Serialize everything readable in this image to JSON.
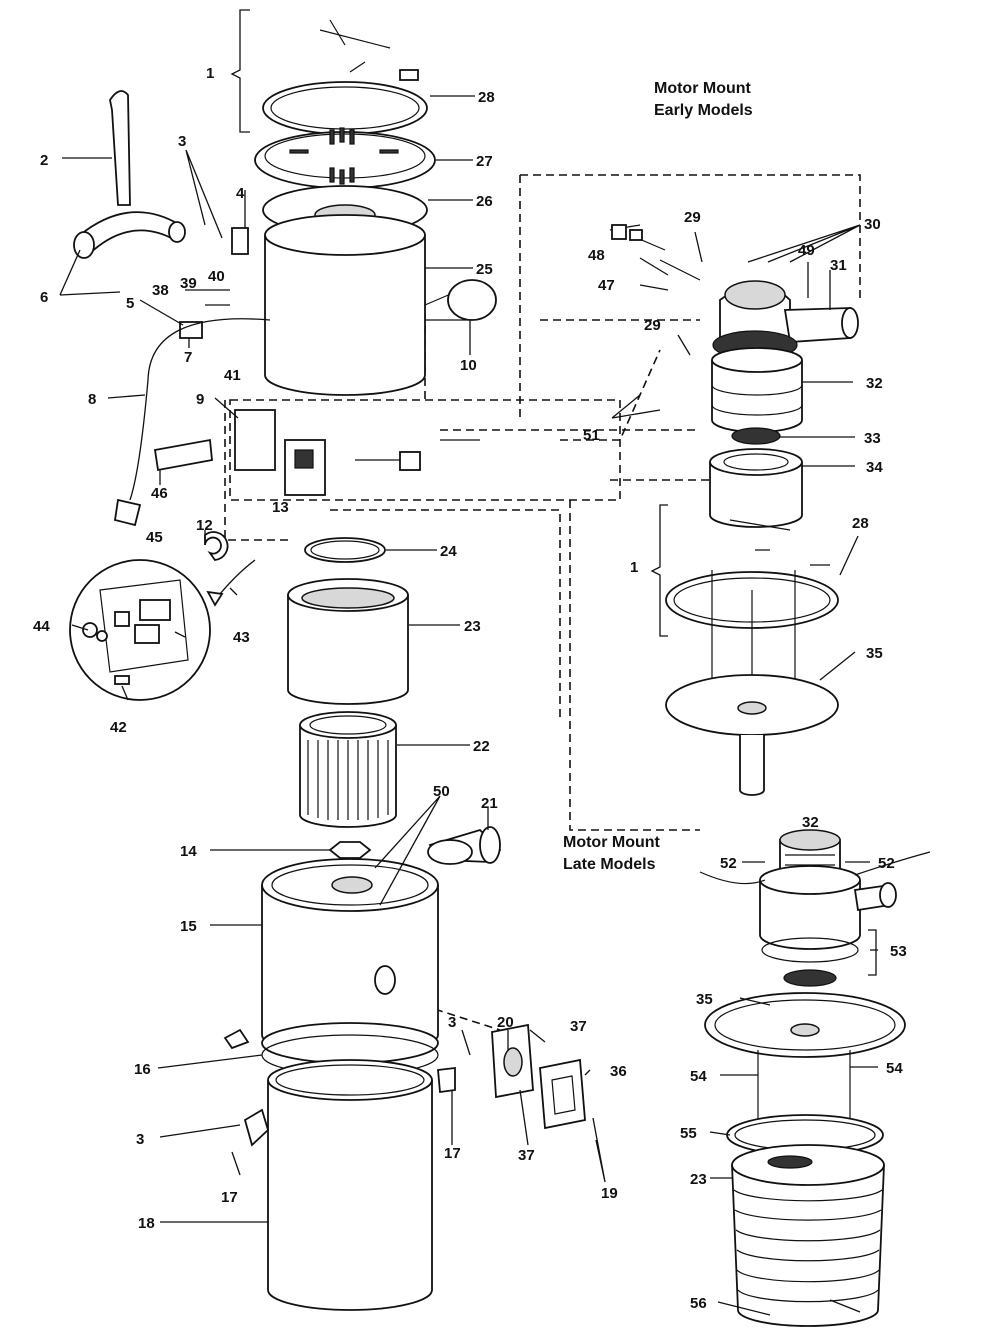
{
  "titles": {
    "early": [
      "Motor Mount",
      "Early Models"
    ],
    "late": [
      "Motor Mount",
      "Late Models"
    ]
  },
  "labels": {
    "l1a": "1",
    "l2": "2",
    "l3a": "3",
    "l4": "4",
    "l5": "5",
    "l6": "6",
    "l7": "7",
    "l8": "8",
    "l9": "9",
    "l10": "10",
    "l12": "12",
    "l13": "13",
    "l14": "14",
    "l15": "15",
    "l16": "16",
    "l17a": "17",
    "l17b": "17",
    "l18": "18",
    "l19": "19",
    "l20": "20",
    "l21": "21",
    "l22": "22",
    "l23a": "23",
    "l23b": "23",
    "l24": "24",
    "l25": "25",
    "l26": "26",
    "l27": "27",
    "l28a": "28",
    "l28b": "28",
    "l29a": "29",
    "l29b": "29",
    "l30": "30",
    "l31": "31",
    "l32a": "32",
    "l32b": "32",
    "l33": "33",
    "l34": "34",
    "l35a": "35",
    "l35b": "35",
    "l36": "36",
    "l37a": "37",
    "l37b": "37",
    "l38": "38",
    "l39": "39",
    "l40": "40",
    "l41": "41",
    "l42": "42",
    "l43": "43",
    "l44": "44",
    "l45": "45",
    "l46": "46",
    "l47": "47",
    "l48": "48",
    "l49": "49",
    "l50": "50",
    "l51": "51",
    "l52a": "52",
    "l52b": "52",
    "l53": "53",
    "l54a": "54",
    "l54b": "54",
    "l55": "55",
    "l56": "56",
    "l1b": "1",
    "l3b": "3",
    "l3c": "3"
  }
}
